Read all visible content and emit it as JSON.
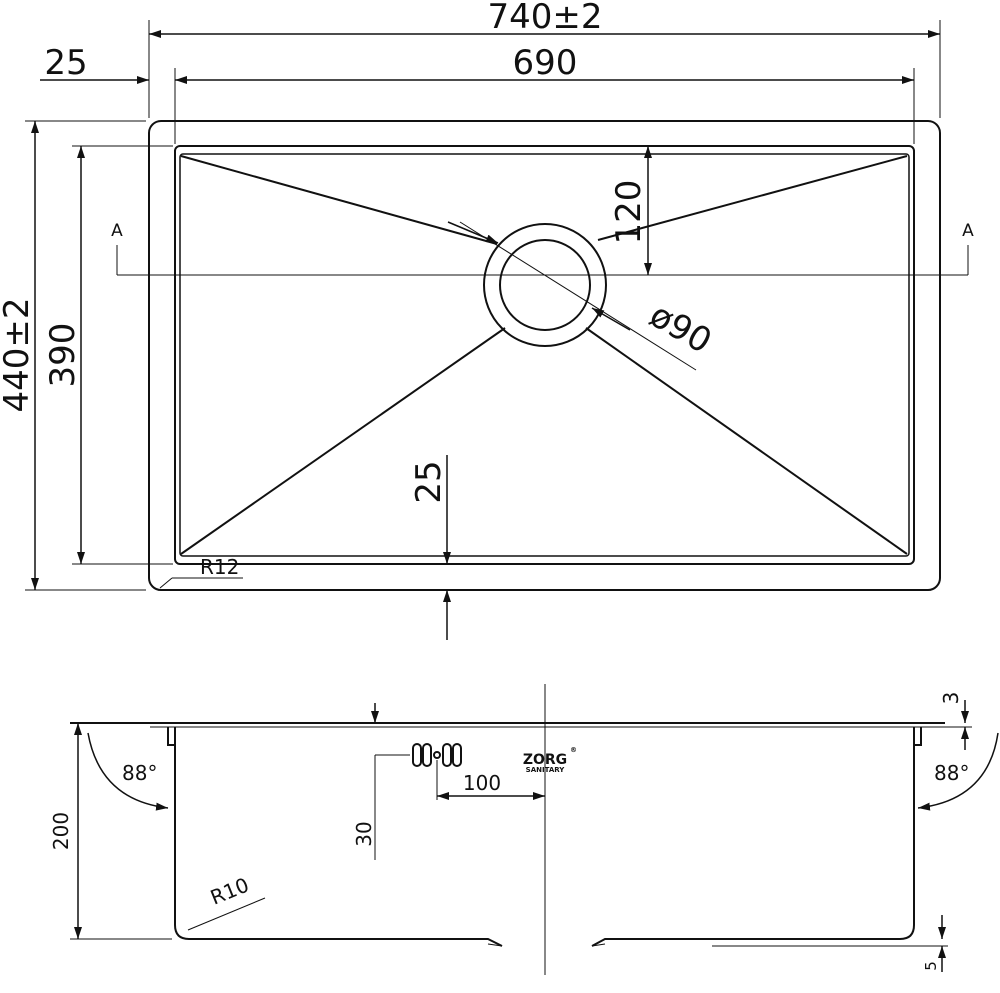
{
  "top_view": {
    "overall_width": "740±2",
    "bowl_width": "690",
    "flange_offset": "25",
    "overall_depth": "440±2",
    "bowl_depth": "390",
    "drain_offset": "120",
    "drain_diameter": "ø90",
    "rear_offset": "25",
    "corner_radius": "R12",
    "section_left": "A",
    "section_right": "A"
  },
  "side_view": {
    "height": "200",
    "overflow_height": "30",
    "overflow_offset": "100",
    "flange_thickness": "3",
    "bottom_step": "5",
    "angle_left": "88°",
    "angle_right": "88°",
    "bottom_radius": "R10"
  },
  "logo": {
    "brand": "ZORG",
    "sub": "SANITARY",
    "mark": "®"
  }
}
